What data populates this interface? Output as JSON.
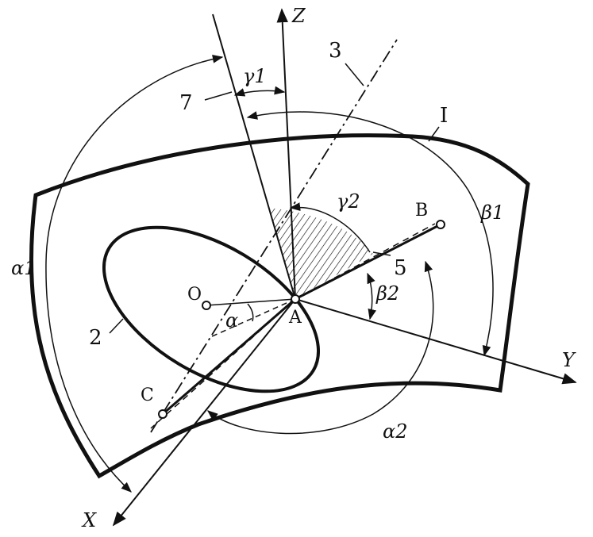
{
  "diagram": {
    "labels": {
      "z_axis": "Z",
      "y_axis": "Y",
      "x_axis": "X",
      "point_a": "A",
      "point_b": "B",
      "point_c": "C",
      "point_o": "O",
      "line_3": "3",
      "line_7": "7",
      "line_5": "5",
      "surface_1": "I",
      "ellipse_2": "2",
      "gamma1": "γ1",
      "gamma2": "γ2",
      "beta1": "β1",
      "beta2": "β2",
      "alpha": "α",
      "alpha1": "α1",
      "alpha2": "α2"
    },
    "colors": {
      "ink": "#111111",
      "background": "#ffffff"
    }
  }
}
